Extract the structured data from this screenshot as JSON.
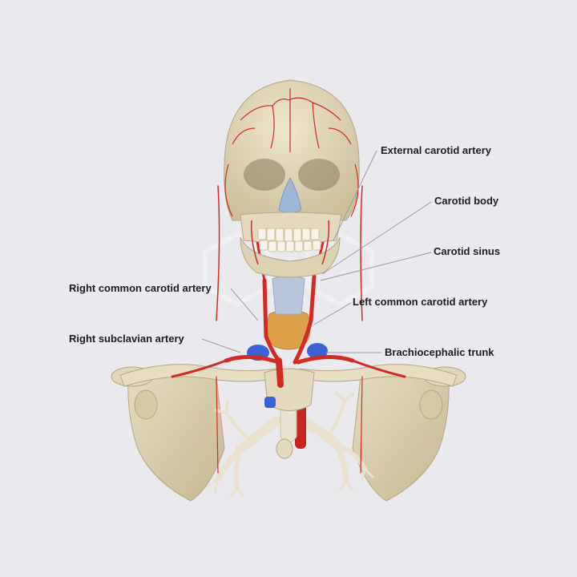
{
  "labels": {
    "external_carotid_artery": "External carotid artery",
    "carotid_body": "Carotid body",
    "carotid_sinus": "Carotid sinus",
    "right_common_carotid_artery": "Right common carotid artery",
    "left_common_carotid_artery": "Left common carotid artery",
    "right_subclavian_artery": "Right subclavian artery",
    "brachiocephalic_trunk": "Brachiocephalic trunk"
  },
  "colors": {
    "background": "#e9e9ee",
    "bone": "#e4d9be",
    "bone_shadow": "#c9bb98",
    "artery": "#d42a24",
    "vein": "#3a62d6",
    "nasal_cartilage": "#9fb8d8",
    "thyroid": "#e1a24e",
    "trachea": "#b9c8dc",
    "leader_line": "#9a9aa4"
  }
}
